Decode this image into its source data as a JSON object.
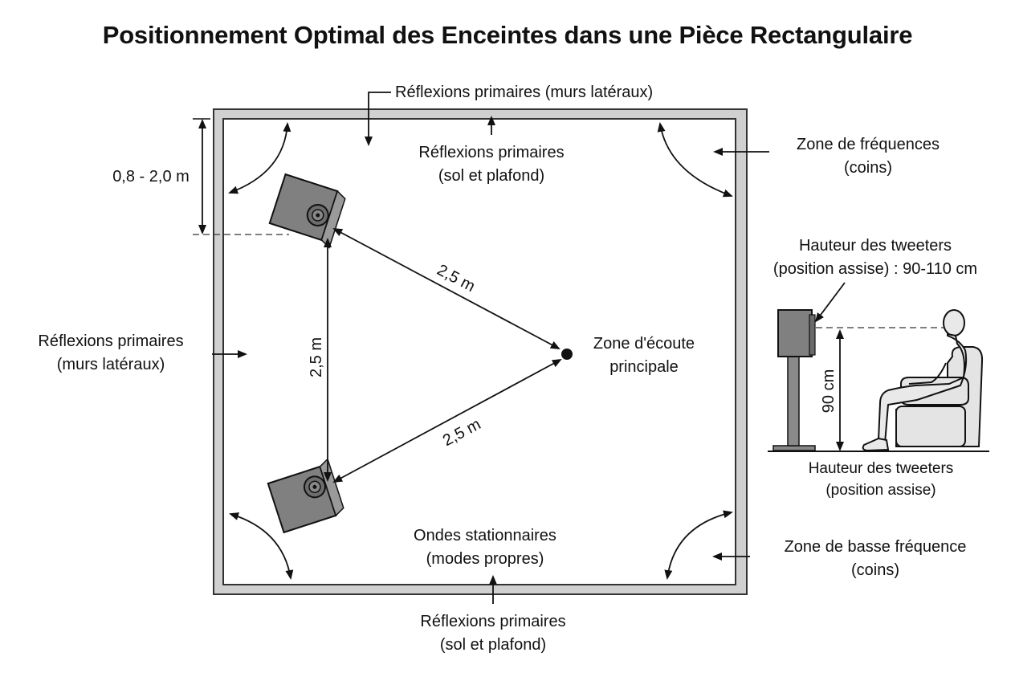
{
  "title": "Positionnement Optimal des Enceintes dans une Pièce Rectangulaire",
  "labels": {
    "top_side_walls": "Réflexions primaires (murs latéraux)",
    "top_floor_ceiling": [
      "Réflexions primaires",
      "(sol et plafond)"
    ],
    "left_side_walls": [
      "Réflexions primaires",
      "(murs latéraux)"
    ],
    "bottom_floor_ceiling": [
      "Réflexions primaires",
      "(sol et plafond)"
    ],
    "standing_waves": [
      "Ondes stationnaires",
      "(modes propres)"
    ],
    "corner_zone_top": [
      "Zone de fréquences",
      "(coins)"
    ],
    "corner_zone_bottom": [
      "Zone de basse fréquence",
      "(coins)"
    ],
    "listening_zone": [
      "Zone d'écoute",
      "principale"
    ],
    "wall_distance": "0,8 - 2,0 m",
    "distance_top": "2,5 m",
    "distance_bottom": "2,5 m",
    "distance_vertical": "2,5 m",
    "tweeter_height_top": [
      "Hauteur des tweeters",
      "(position assise) : 90-110 cm"
    ],
    "tweeter_height_value": "90 cm",
    "tweeter_height_bottom": [
      "Hauteur des tweeters",
      "(position assise)"
    ]
  },
  "colors": {
    "wall_fill": "#d0d0d0",
    "speaker_fill": "#808080",
    "chair_fill": "#e4e4e4",
    "person_fill": "#e9e9e9",
    "line": "#1a1a1a"
  }
}
